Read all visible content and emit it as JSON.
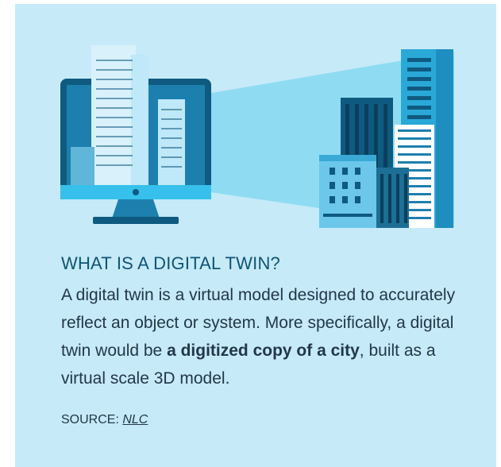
{
  "heading": "WHAT IS A DIGITAL TWIN?",
  "body": {
    "intro": "A digital twin is a virtual model designed to accurately reflect an object or system. More specifically, a digital twin would be ",
    "emphasis": "a digitized copy of a city",
    "outro": ", built as a virtual scale 3D model."
  },
  "source": {
    "label": "SOURCE: ",
    "link_text": "NLC"
  },
  "icons": {
    "monitor": "computer-monitor-icon",
    "city": "city-buildings-icon"
  },
  "colors": {
    "card_background": "#c6eaf8",
    "heading": "#0f5473",
    "text": "#22374a",
    "monitor_blue": "#1d7fae",
    "light_beam": "#8fdcf2"
  }
}
